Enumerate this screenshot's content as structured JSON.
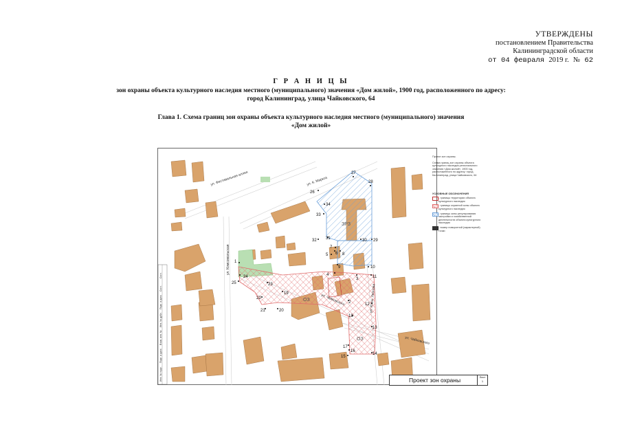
{
  "approval": {
    "title": "УТВЕРЖДЕНЫ",
    "line1": "постановлением Правительства",
    "line2": "Калининградской области",
    "date_prefix": "от",
    "date_day_month": "04 февраля",
    "year": "2019 г.",
    "number_label": "№",
    "number": "62"
  },
  "header": {
    "title": "Г Р А Н И Ц Ы",
    "subtitle_line1": "зон охраны объекта культурного наследия местного (муниципального) значения «Дом жилой», 1900 год, расположенного по адресу:",
    "subtitle_line2": "город Калининград, улица Чайковского, 64",
    "chapter_line1": "Глава 1. Схема границ зон охраны объекта культурного наследия местного (муниципального) значения",
    "chapter_line2": "«Дом жилой»"
  },
  "map": {
    "streets": {
      "festivalnaya": "ул. Фестивальная аллея",
      "k_marksa": "ул. К. Маркса",
      "komsomolskaya": "ул. Комсомольская",
      "chaikovskogo": "ул. Чайковского",
      "kosm_leonova": "ул. Косм. Леонова",
      "chaikovskogo_2": "ул. Чайковского"
    },
    "zones": {
      "zrz": "ЗРЗ",
      "oz1": "ОЗ",
      "oz2": "ОЗ"
    },
    "points": [
      "1",
      "2",
      "3",
      "4",
      "5",
      "6",
      "7",
      "8",
      "9",
      "10",
      "11",
      "12",
      "13",
      "14",
      "15",
      "16",
      "17",
      "18",
      "19",
      "20",
      "21",
      "22",
      "23",
      "24",
      "25",
      "26",
      "27",
      "28",
      "29",
      "30",
      "31",
      "32",
      "33",
      "34"
    ],
    "colors": {
      "building": "#d9a36b",
      "park": "#b9dfb3",
      "zone_red": "#e06a6a",
      "zone_blue": "#6a9fd9",
      "road": "#ffffff",
      "ground": "#ffffff"
    }
  },
  "legend": {
    "title": "Проект зон охраны.",
    "description": "Схема границ зон охраны объекта культурного наследия регионального значения «Дом жилой», 1900 год, расположенного по адресу: город Калининград, улица Чайковского, 64",
    "conditions_title": "УСЛОВНЫЕ ОБОЗНАЧЕНИЯ",
    "items": [
      "- границы территории объекта культурного наследия",
      "- границы охранной зоны объекта культурного наследия",
      "- границы зоны регулирования застройки и хозяйственной деятельности объекта культурного наследия",
      "- номер поворотной (характерной) точки"
    ]
  },
  "title_block": {
    "text": "Проект зон охраны",
    "sheet_label": "Лист",
    "sheet": "1"
  },
  "side_stamp": [
    "Инв. № подл.",
    "Подп. и дата",
    "Взам. инв. №",
    "Инв. № дубл.",
    "Подп. и дата",
    "Согл.",
    "Согл."
  ]
}
